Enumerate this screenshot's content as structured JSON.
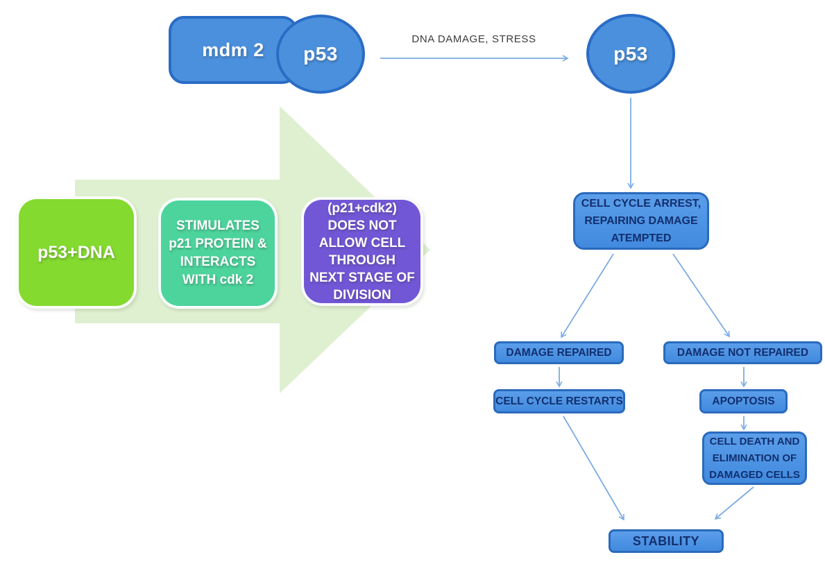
{
  "colors": {
    "blue_fill": "#4a90dd",
    "blue_border": "#2a6cc5",
    "flow_fill_top": "#5b9eea",
    "flow_fill_bot": "#418ade",
    "flow_border": "#2a6abc",
    "flow_text": "#122f6e",
    "arrow_line": "#7babe3",
    "green_box": "#84da2f",
    "teal_box": "#4cd49c",
    "purple_box": "#7157d6",
    "pale_arrow": "#dff0d0",
    "label_text": "#3b3b3b",
    "white": "#ffffff"
  },
  "top": {
    "mdm2_label": "mdm 2",
    "p53_bound_label": "p53",
    "arrow_label": "DNA DAMAGE, STRESS",
    "p53_free_label": "p53"
  },
  "process": {
    "step1": "p53+DNA",
    "step2": "STIMULATES\np21 PROTEIN &\nINTERACTS\nWITH cdk 2",
    "step3": "(p21+cdk2)\nDOES NOT\nALLOW CELL\nTHROUGH\nNEXT STAGE OF\nDIVISION"
  },
  "flow": {
    "arrest": "CELL CYCLE ARREST,\nREPAIRING DAMAGE\nATEMPTED",
    "damage_repaired": "DAMAGE REPAIRED",
    "damage_not_repaired": "DAMAGE NOT REPAIRED",
    "cell_cycle_restarts": "CELL CYCLE RESTARTS",
    "apoptosis": "APOPTOSIS",
    "cell_death": "CELL DEATH AND\nELIMINATION OF\nDAMAGED CELLS",
    "stability": "STABILITY"
  }
}
